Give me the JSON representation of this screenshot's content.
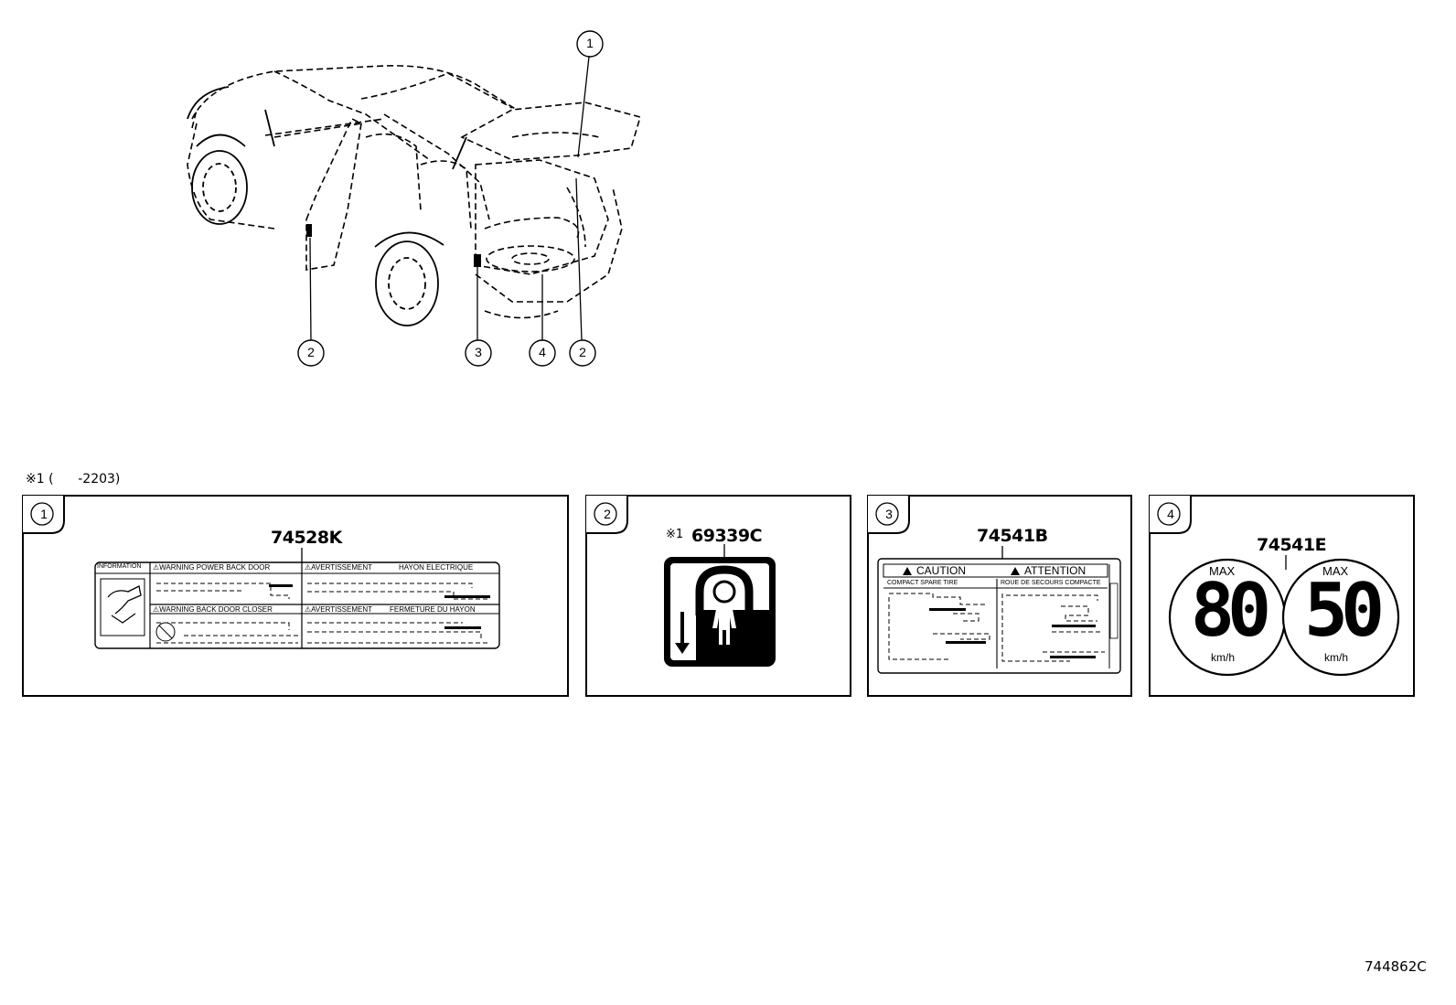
{
  "diagram": {
    "callouts": [
      {
        "num": "1"
      },
      {
        "num": "2"
      },
      {
        "num": "3"
      },
      {
        "num": "4"
      },
      {
        "num": "2"
      }
    ],
    "footnote": "※1 (      -2203)",
    "drawing_code": "744862C"
  },
  "panels": [
    {
      "num": "1",
      "part_number": "74528K",
      "label": {
        "info": "INFORMATION",
        "row1_left": "⚠WARNING  POWER BACK DOOR",
        "row1_mid": "⚠AVERTISSEMENT",
        "row1_right": "HAYON ELECTRIQUE",
        "row2_left": "⚠WARNING BACK DOOR CLOSER",
        "row2_mid": "⚠AVERTISSEMENT",
        "row2_right": "FERMETURE DU HAYON"
      }
    },
    {
      "num": "2",
      "prefix": "※1",
      "part_number": "69339C"
    },
    {
      "num": "3",
      "part_number": "74541B",
      "label": {
        "caution": "CAUTION",
        "attention": "ATTENTION",
        "left_sub": "COMPACT SPARE TIRE",
        "right_sub": "ROUE DE SECOURS COMPACTE"
      }
    },
    {
      "num": "4",
      "part_number": "74541E",
      "signs": [
        {
          "top": "MAX",
          "value": "80",
          "unit": "km/h"
        },
        {
          "top": "MAX",
          "value": "50",
          "unit": "km/h"
        }
      ]
    }
  ]
}
